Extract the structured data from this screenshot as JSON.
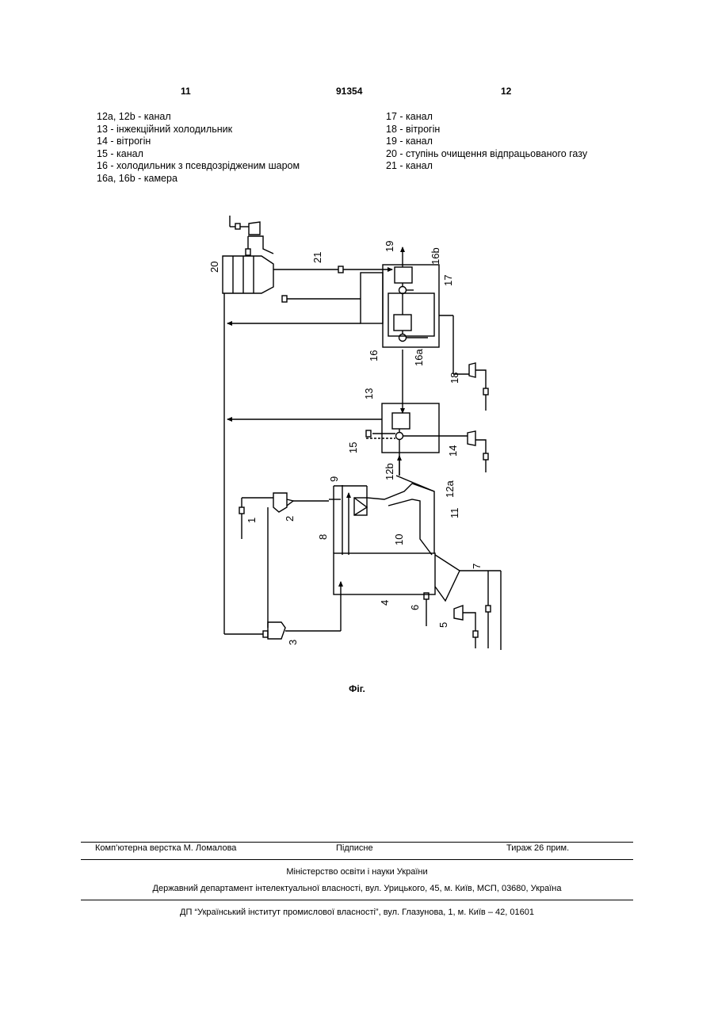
{
  "header": {
    "left_page": "11",
    "patent_number": "91354",
    "right_page": "12"
  },
  "legend_left": [
    "12a, 12b - канал",
    "13 - інжекційний холодильник",
    "14 - вітрогін",
    "15 - канал",
    "16 - холодильник з псевдозрідженим шаром",
    "16a, 16b - камера"
  ],
  "legend_right": [
    "17 - канал",
    "18 - вітрогін",
    "19 - канал",
    "20 - ступінь очищення відпрацьованого газу",
    "21 - канал"
  ],
  "diagram_labels": {
    "l1": "1",
    "l2": "2",
    "l3": "3",
    "l4": "4",
    "l5": "5",
    "l6": "6",
    "l7": "7",
    "l8": "8",
    "l9": "9",
    "l10": "10",
    "l11": "11",
    "l12a": "12a",
    "l12b": "12b",
    "l13": "13",
    "l14": "14",
    "l15": "15",
    "l16": "16",
    "l16a": "16a",
    "l16b": "16b",
    "l17": "17",
    "l18": "18",
    "l19": "19",
    "l20": "20",
    "l21": "21"
  },
  "caption": "Фіг.",
  "footer": {
    "composer": "Комп’ютерна верстка М. Ломалова",
    "signed": "Підписне",
    "circulation": "Тираж 26 прим.",
    "ministry": "Міністерство освіти і науки України",
    "department": "Державний департамент інтелектуальної власності, вул. Урицького, 45, м. Київ, МСП, 03680, Україна",
    "institute": "ДП “Український інститут промислової власності”, вул. Глазунова, 1, м. Київ – 42, 01601"
  }
}
